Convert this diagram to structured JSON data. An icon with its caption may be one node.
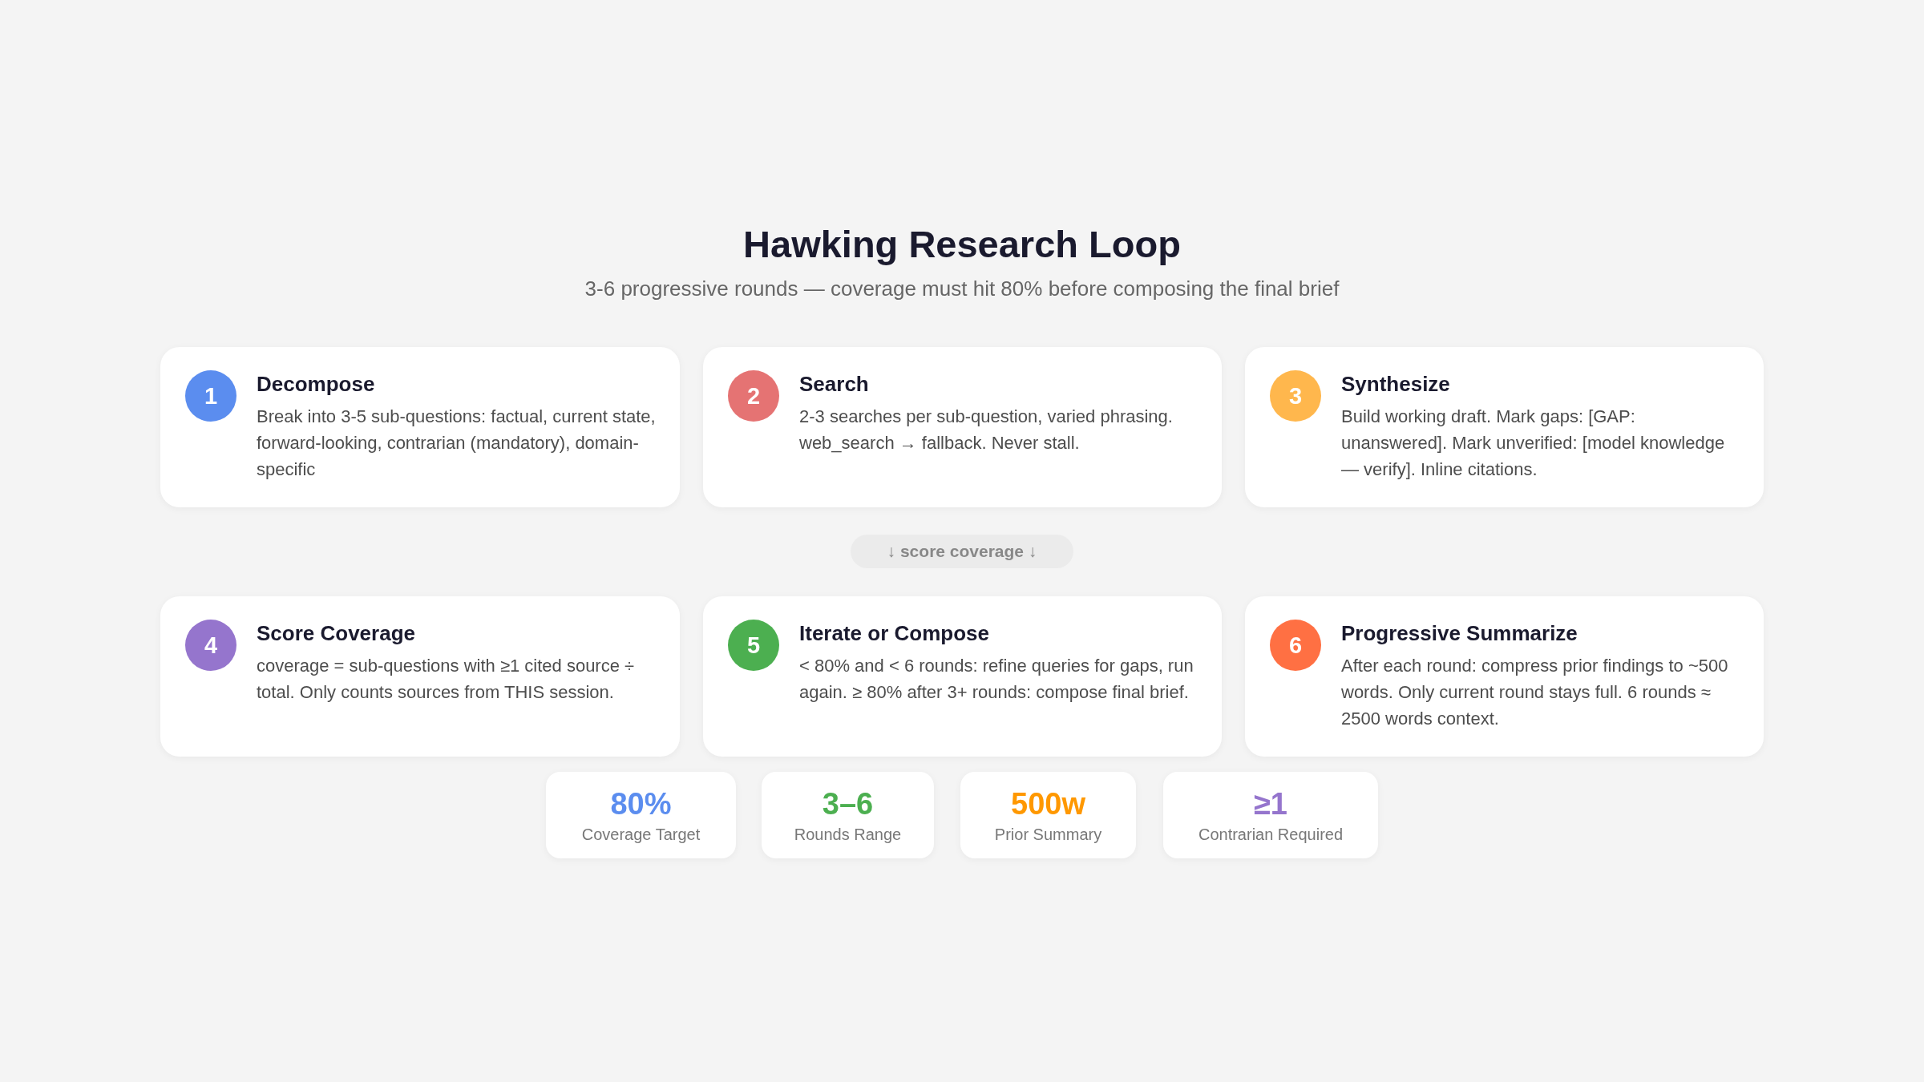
{
  "diagram": {
    "title": "Hawking Research Loop",
    "nodes": [
      {
        "text": [
          "Decompose",
          "Break into 3-5 sub-questions: factual, current state, forward-looking, contrarian (mandatory), domain-specific"
        ]
      },
      {
        "text": [
          "1"
        ],
        "in": 0
      },
      {
        "text": [
          "Search",
          "2-3 searches per sub-question, varied phrasing. web_search → fallback. Never stall."
        ]
      },
      {
        "text": [
          "2"
        ],
        "in": 2
      },
      {
        "text": [
          "Synthesize",
          "Build working draft. Mark gaps: [GAP: unanswered]. Mark unverified: [model knowledge — verify]. Inline citations."
        ]
      },
      {
        "text": [
          "3"
        ],
        "in": 4
      },
      {
        "text": [
          "↓ score coverage ↓"
        ]
      },
      {
        "text": [
          "Score Coverage",
          "coverage = sub-questions with ≥1 cited source ÷ total. Only counts sources from THIS session."
        ]
      },
      {
        "text": [
          "4"
        ],
        "in": 7
      },
      {
        "text": [
          "Iterate or Compose",
          "< 80% and < 6 rounds: refine queries for gaps, run again. ≥ 80% after 3+ rounds: compose final brief."
        ]
      },
      {
        "text": [
          "5"
        ],
        "in": 9
      },
      {
        "text": [
          "Progressive Summarize",
          "After each round: compress prior findings to ~500 words. Only current round stays full. 6 rounds ≈ 2500 words context."
        ]
      },
      {
        "text": [
          "6"
        ],
        "in": 11
      },
      {
        "text": [
          "80%",
          "Coverage Target"
        ]
      },
      {
        "text": [
          "3–6",
          "Rounds Range"
        ]
      },
      {
        "text": [
          "500w",
          "Prior Summary"
        ]
      },
      {
        "text": [
          "≥1",
          "Contrarian Required"
        ]
      }
    ],
    "labels": [
      "3-6 progressive rounds — coverage must hit 80% before composing the final brief"
    ]
  }
}
